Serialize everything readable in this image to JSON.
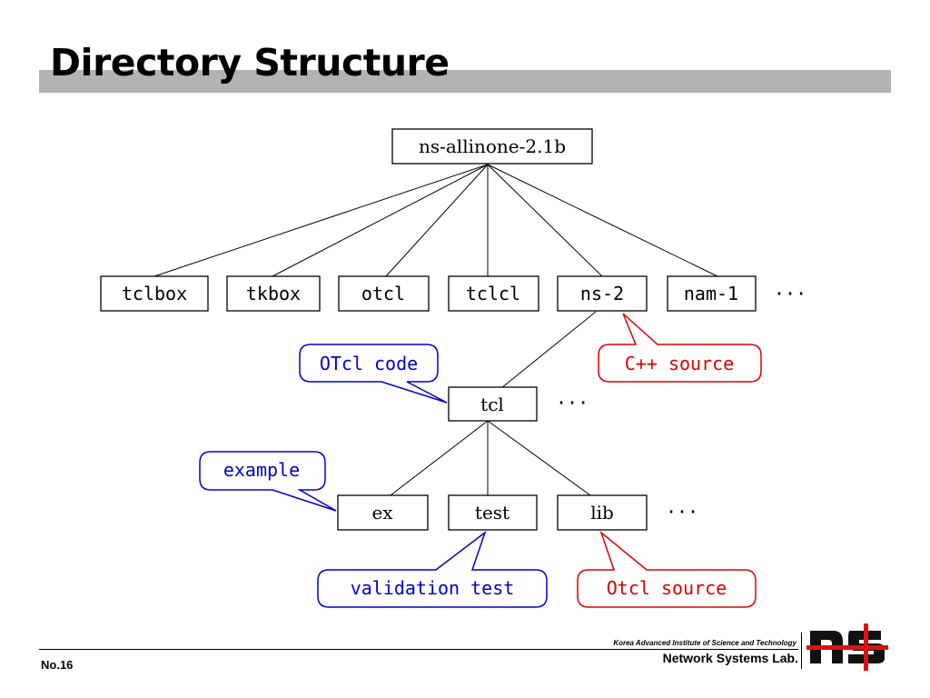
{
  "title": "Directory Structure",
  "tree": {
    "root": "ns-allinone-2.1b",
    "level1": [
      "tclbox",
      "tkbox",
      "otcl",
      "tclcl",
      "ns-2",
      "nam-1"
    ],
    "level2": [
      "tcl"
    ],
    "level3": [
      "ex",
      "test",
      "lib"
    ],
    "ellipsis": "···"
  },
  "callouts": {
    "otcl_code": "OTcl code",
    "cpp_source": "C++ source",
    "example": "example",
    "validation_test": "validation test",
    "otcl_source": "Otcl source"
  },
  "colors": {
    "callout_blue": "#0000cc",
    "callout_red": "#dd0000",
    "title_bar": "#b3b3b3",
    "logo_red": "#e01010"
  },
  "footer": {
    "page_number": "No.16",
    "institute": "Korea Advanced Institute of Science and Technology",
    "lab": "Network Systems Lab."
  },
  "logo": {
    "icon": "ns-logo-icon"
  }
}
